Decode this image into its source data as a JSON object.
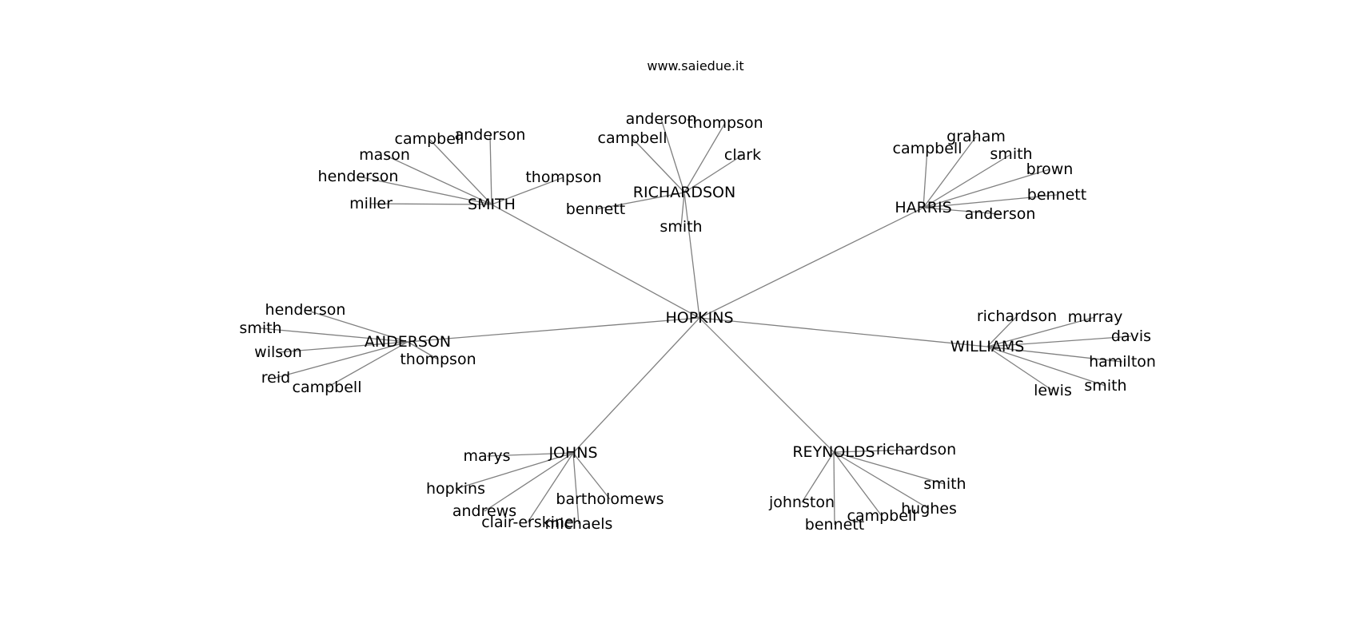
{
  "header": {
    "title": "www.saiedue.it"
  },
  "diagram": {
    "root": "HOPKINS",
    "groups": [
      {
        "name": "SMITH",
        "children": [
          "miller",
          "henderson",
          "mason",
          "campbell",
          "anderson",
          "thompson"
        ]
      },
      {
        "name": "RICHARDSON",
        "children": [
          "bennett",
          "campbell",
          "anderson",
          "thompson",
          "clark",
          "smith"
        ]
      },
      {
        "name": "HARRIS",
        "children": [
          "campbell",
          "graham",
          "smith",
          "brown",
          "bennett",
          "anderson"
        ]
      },
      {
        "name": "ANDERSON",
        "children": [
          "henderson",
          "smith",
          "wilson",
          "reid",
          "campbell",
          "thompson"
        ]
      },
      {
        "name": "WILLIAMS",
        "children": [
          "richardson",
          "murray",
          "davis",
          "hamilton",
          "smith",
          "lewis"
        ]
      },
      {
        "name": "JOHNS",
        "children": [
          "marys",
          "hopkins",
          "andrews",
          "clair-erskine",
          "michaels",
          "bartholomews"
        ]
      },
      {
        "name": "REYNOLDS",
        "children": [
          "richardson",
          "smith",
          "hughes",
          "campbell",
          "bennett",
          "johnston"
        ]
      }
    ]
  }
}
